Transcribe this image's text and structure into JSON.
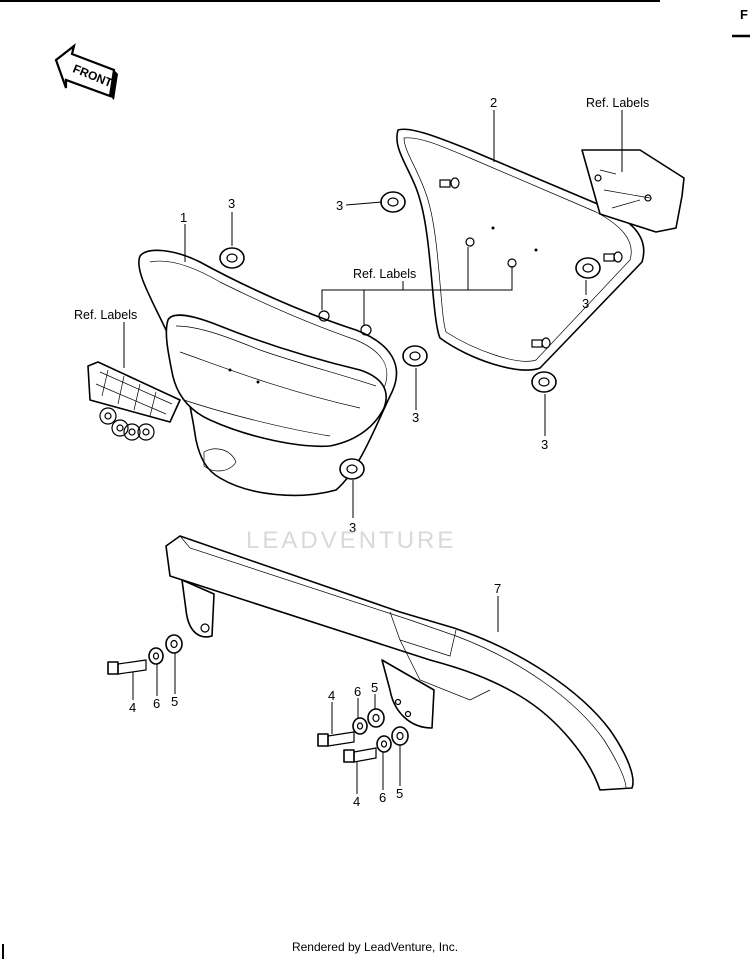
{
  "header": {
    "page_tab": "F"
  },
  "front_badge": {
    "label": "FRONT"
  },
  "watermark": {
    "text": "LEADVENTURE"
  },
  "callouts": {
    "side_cover_left": "1",
    "side_cover_right": "2",
    "grommet": "3",
    "bolt": "4",
    "washer": "5",
    "lock_washer": "6",
    "chain_cover": "7",
    "ref_labels": "Ref. Labels"
  },
  "footer": {
    "text": "Rendered by LeadVenture, Inc."
  },
  "colors": {
    "ink": "#000000",
    "watermark": "#d9d9d9",
    "background": "#ffffff"
  }
}
